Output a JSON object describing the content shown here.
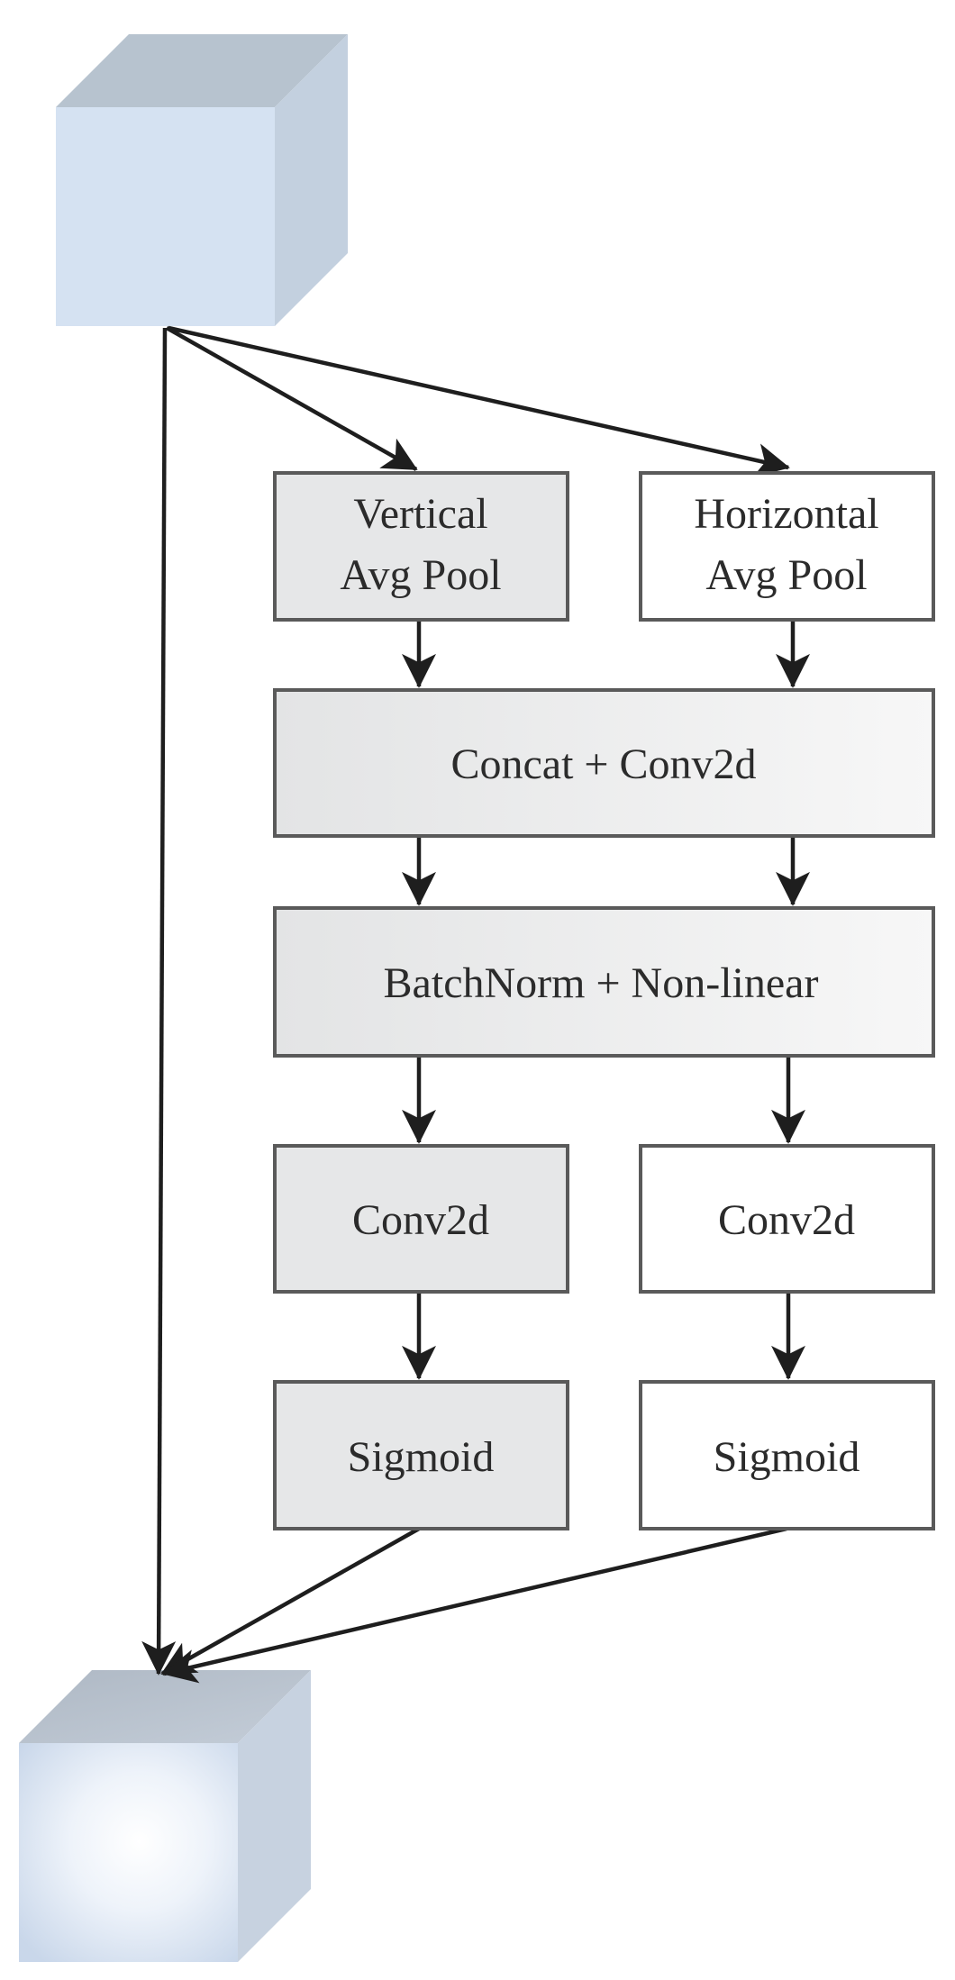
{
  "diagram": {
    "boxes": {
      "vertical_pool": {
        "line1": "Vertical",
        "line2": "Avg Pool"
      },
      "horizontal_pool": {
        "line1": "Horizontal",
        "line2": "Avg Pool"
      },
      "concat_conv": "Concat + Conv2d",
      "batchnorm": "BatchNorm + Non-linear",
      "conv_left": "Conv2d",
      "conv_right": "Conv2d",
      "sigmoid_left": "Sigmoid",
      "sigmoid_right": "Sigmoid"
    },
    "colors": {
      "shaded_box": "#e6e7e8",
      "plain_box": "#ffffff",
      "box_border": "#5a5a5a",
      "arrow": "#1e1e1e",
      "input_cube_front": "#d5e2f2",
      "input_cube_top": "#b7c3cf",
      "input_cube_side": "#c3d0df",
      "output_cube_front_center": "#ffffff",
      "output_cube_front_edge": "#c9d7ea",
      "output_cube_top": "#b9c3cf",
      "output_cube_side": "#c7d2e0"
    }
  }
}
